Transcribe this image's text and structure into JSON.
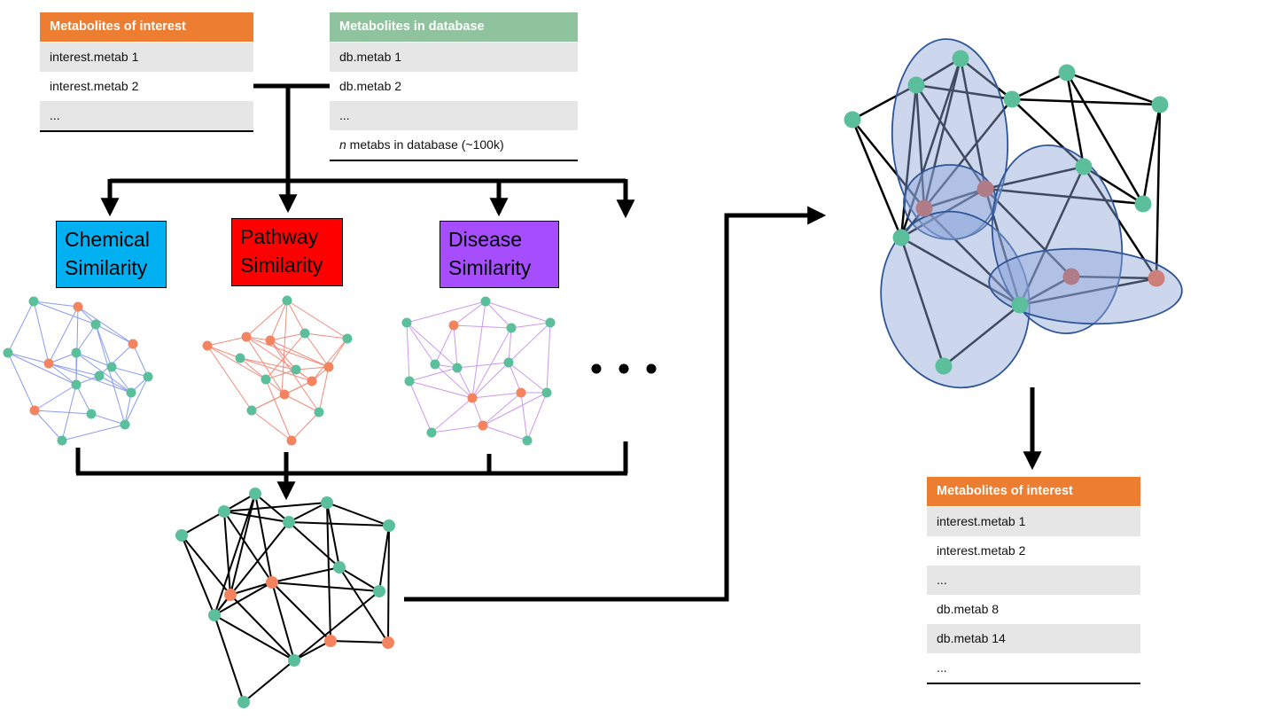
{
  "tables": {
    "interest_top": {
      "header": "Metabolites of interest",
      "header_color": "#ed7d31",
      "rows": [
        "interest.metab 1",
        "interest.metab 2",
        "..."
      ]
    },
    "database": {
      "header": "Metabolites in database",
      "header_color": "#8fc39e",
      "rows": [
        "db.metab 1",
        "db.metab 2",
        "..."
      ],
      "last_row_italic": "n",
      "last_row_rest": " metabs in database (~100k)"
    },
    "interest_bottom": {
      "header": "Metabolites of interest",
      "header_color": "#ed7d31",
      "rows": [
        "interest.metab 1",
        "interest.metab 2",
        "...",
        "db.metab 8",
        "db.metab 14",
        "..."
      ]
    }
  },
  "similarity_boxes": {
    "chemical": {
      "line1": "Chemical",
      "line2": "Similarity",
      "color": "#00b0f0"
    },
    "pathway": {
      "line1": "Pathway",
      "line2": "Similarity",
      "color": "#ff0000"
    },
    "disease": {
      "line1": "Disease",
      "line2": "Similarity",
      "color": "#a64dff"
    }
  },
  "colors": {
    "node_green": "#5bbf9c",
    "node_orange": "#f4845f",
    "node_mauve": "#b07c88",
    "edge_chemical": "#8a9cf0",
    "edge_pathway": "#f28c7c",
    "edge_disease": "#cc99ee",
    "cluster_fill": "#8ea7d9",
    "cluster_stroke": "#2f5597"
  }
}
